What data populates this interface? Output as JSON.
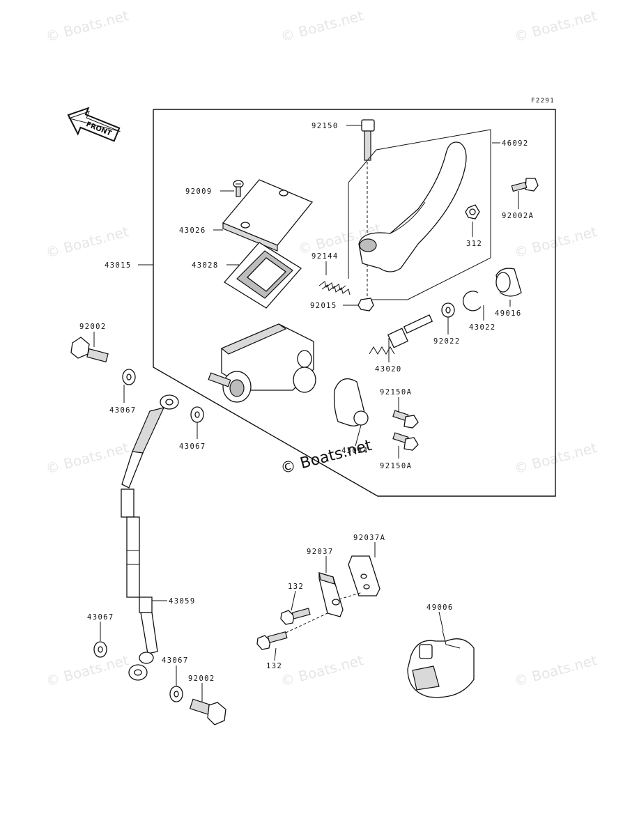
{
  "figure_code": "F2291",
  "front_label": "FRONT",
  "watermark": "© Boats.net",
  "watermark_center": "© Boats.net",
  "parts": {
    "p92150": "92150",
    "p46092": "46092",
    "p92009": "92009",
    "p92002A": "92002A",
    "p43026": "43026",
    "p312": "312",
    "p43015": "43015",
    "p43028": "43028",
    "p92144": "92144",
    "p49016": "49016",
    "p92015": "92015",
    "p43022": "43022",
    "p92022": "92022",
    "p92002_top": "92002",
    "p43020": "43020",
    "p92150A_top": "92150A",
    "p43067_a": "43067",
    "p43067_b": "43067",
    "p43034": "43034",
    "p92150A_bot": "92150A",
    "p92037A": "92037A",
    "p92037": "92037",
    "p132_top": "132",
    "p43059": "43059",
    "p49006": "49006",
    "p43067_c": "43067",
    "p132_bot": "132",
    "p43067_d": "43067",
    "p92002_bot": "92002"
  }
}
